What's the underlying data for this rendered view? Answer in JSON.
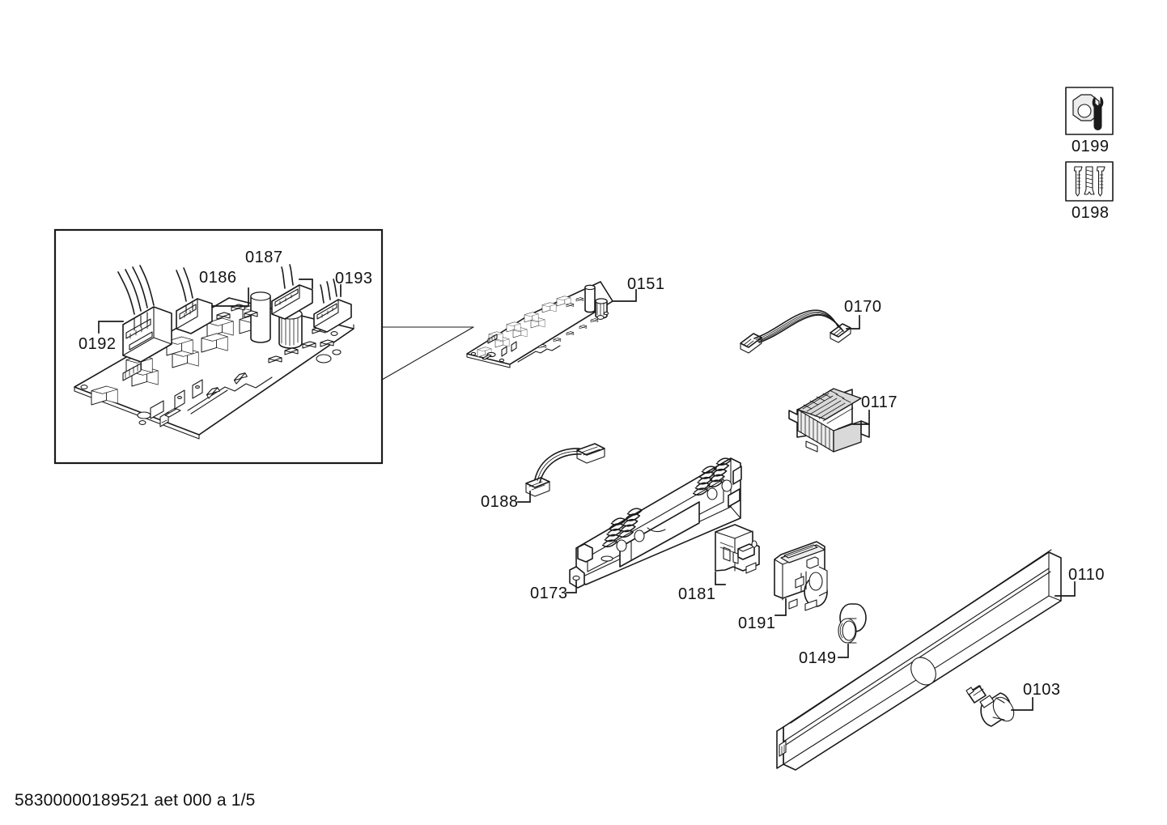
{
  "document": {
    "footer_code": "58300000189521 aet 000 a 1/5",
    "sheet_page": "1/5",
    "line_color": "#1a1a1a",
    "background_color": "#ffffff",
    "shade_color": "#d9d9d9"
  },
  "legend": {
    "items": [
      {
        "number": "0199",
        "icon": "wrench-nut-icon",
        "description": "tool / wrench and nut symbol"
      },
      {
        "number": "0198",
        "icon": "screws-icon",
        "description": "screws and dowel symbol"
      }
    ]
  },
  "detail_box": {
    "name": "enlarged-pcb-detail",
    "callouts": [
      {
        "number": "0192",
        "part": "multi-pin-connector-left"
      },
      {
        "number": "0186",
        "part": "two-pin-connector"
      },
      {
        "number": "0187",
        "part": "flat-connector-top"
      },
      {
        "number": "0193",
        "part": "flat-connector-right"
      }
    ]
  },
  "parts": [
    {
      "number": "0151",
      "name": "relay-power-board"
    },
    {
      "number": "0170",
      "name": "ribbon-cable"
    },
    {
      "number": "0117",
      "name": "heat-sink-cooling-element"
    },
    {
      "number": "0188",
      "name": "connection-cable-harness"
    },
    {
      "number": "0173",
      "name": "control-panel-display-frame"
    },
    {
      "number": "0181",
      "name": "switch-module"
    },
    {
      "number": "0191",
      "name": "rotary-selector-housing"
    },
    {
      "number": "0149",
      "name": "bezel-ring"
    },
    {
      "number": "0110",
      "name": "control-panel-fascia"
    },
    {
      "number": "0103",
      "name": "control-knob"
    }
  ]
}
